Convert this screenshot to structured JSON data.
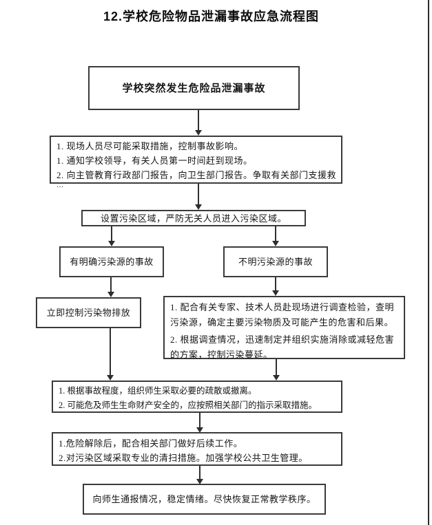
{
  "title": "12.学校危险物品泄漏事故应急流程图",
  "flow": {
    "start": {
      "text": "学校突然发生危险品泄漏事故"
    },
    "initial_response": {
      "lines": [
        "1. 现场人员尽可能采取措施，控制事故影响。",
        "1. 通知学校领导，有关人员第一时间赶到现场。",
        "2. 向主管教育行政部门报告，向卫生部门报告。争取有关部门支援救",
        "…"
      ]
    },
    "set_zone": {
      "text": "设置污染区域，严防无关人员进入污染区域。"
    },
    "known_source": {
      "text": "有明确污染源的事故"
    },
    "unknown_source": {
      "text": "不明污染源的事故"
    },
    "control_discharge": {
      "text": "立即控制污染物排放"
    },
    "investigate": {
      "items": [
        "1. 配合有关专家、技术人员赴现场进行调查检验，查明污染源，确定主要污染物质及可能产生的危害和后果。",
        "2. 根据调查情况，迅速制定并组织实施消除或减轻危害的方案，控制污染蔓延。"
      ]
    },
    "evacuate": {
      "lines": [
        "1. 根据事故程度，组织师生采取必要的疏散或撤离。",
        "2. 可能危及师生生命财产安全的，应按照相关部门的指示采取措施。"
      ]
    },
    "aftermath": {
      "lines": [
        "1.危险解除后，配合相关部门做好后续工作。",
        "2.对污染区域采取专业的清扫措施。加强学校公共卫生管理。"
      ]
    },
    "restore": {
      "text": "向师生通报情况，稳定情绪。尽快恢复正常教学秩序。"
    }
  },
  "colors": {
    "background": "#ffffff",
    "box_border": "#3a3a3a",
    "text": "#161616",
    "connector": "#2e2e2e"
  }
}
